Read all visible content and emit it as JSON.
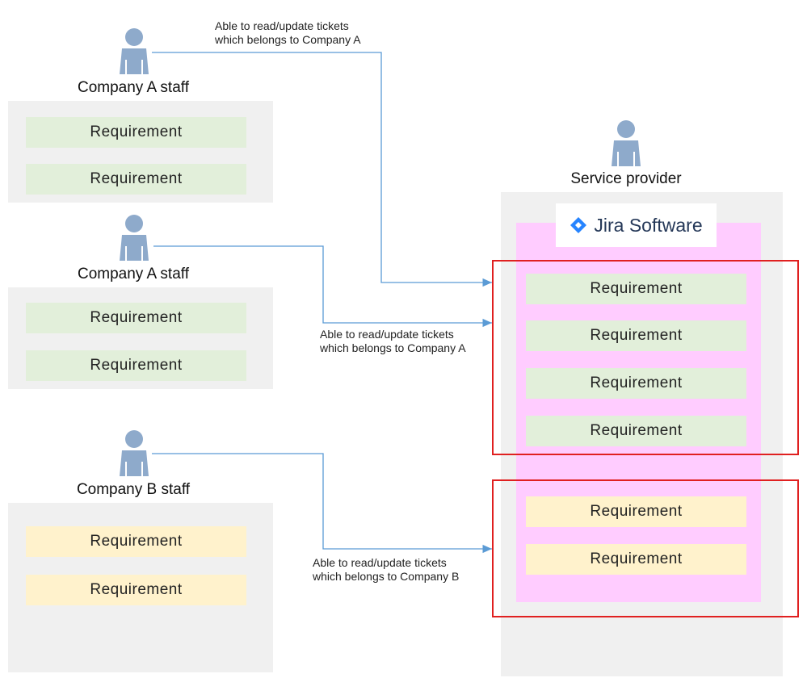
{
  "company_a1": {
    "label": "Company A staff",
    "requirements": [
      "Requirement",
      "Requirement"
    ],
    "note_line1": "Able to read/update tickets",
    "note_line2": "which belongs to Company A"
  },
  "company_a2": {
    "label": "Company A staff",
    "requirements": [
      "Requirement",
      "Requirement"
    ],
    "note_line1": "Able to read/update tickets",
    "note_line2": "which belongs to Company A"
  },
  "company_b": {
    "label": "Company B staff",
    "requirements": [
      "Requirement",
      "Requirement"
    ],
    "note_line1": "Able to read/update tickets",
    "note_line2": "which belongs to Company B"
  },
  "provider": {
    "label": "Service provider",
    "product": "Jira Software",
    "company_a_requirements": [
      "Requirement",
      "Requirement",
      "Requirement",
      "Requirement"
    ],
    "company_b_requirements": [
      "Requirement",
      "Requirement"
    ]
  },
  "colors": {
    "person": "#8eaacb",
    "panel": "#f0f0f0",
    "jira_area": "#ffccff",
    "green_req": "#e2efda",
    "yellow_req": "#fff2cc",
    "connector": "#5b9bd5",
    "highlight": "#e02020",
    "jira_logo": "#2684ff"
  }
}
